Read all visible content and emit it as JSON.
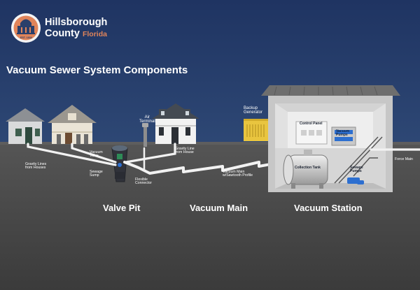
{
  "logo": {
    "line1": "Hillsborough",
    "line2": "County",
    "state": "Florida",
    "seal_text": "EST. 1834",
    "accent_color": "#e0845a"
  },
  "title": "Vacuum Sewer System Components",
  "labels": {
    "air_terminal": "Air\nTerminal",
    "backup_generator": "Backup\nGenerator",
    "control_panel": "Control Panel",
    "vacuum_pumps": "Vacuum\nPumps",
    "vacuum_valve": "Vacuum\nValve",
    "gravity_lines_from_houses": "Gravity Lines\nfrom Houses",
    "sewage_sump": "Sewage\nSump",
    "flexible_connector": "Flexible\nConnector",
    "gravity_line_from_house": "Gravity Line\nfrom House",
    "vacuum_main_sawtooth": "Vacuum Main\nw/Sawtooth Profile",
    "collection_tank": "Collection Tank",
    "sewage_pumps": "Sewage\nPumps",
    "force_main": "Force Main"
  },
  "captions": {
    "valve_pit": "Valve Pit",
    "vacuum_main": "Vacuum Main",
    "vacuum_station": "Vacuum Station"
  },
  "colors": {
    "sky": "#2a3f6a",
    "ground": "#474747",
    "pipe": "#f2f2f2",
    "generator": "#e9c53f",
    "pump_blue": "#2d6fd0",
    "valve_green": "#2e8b57"
  }
}
